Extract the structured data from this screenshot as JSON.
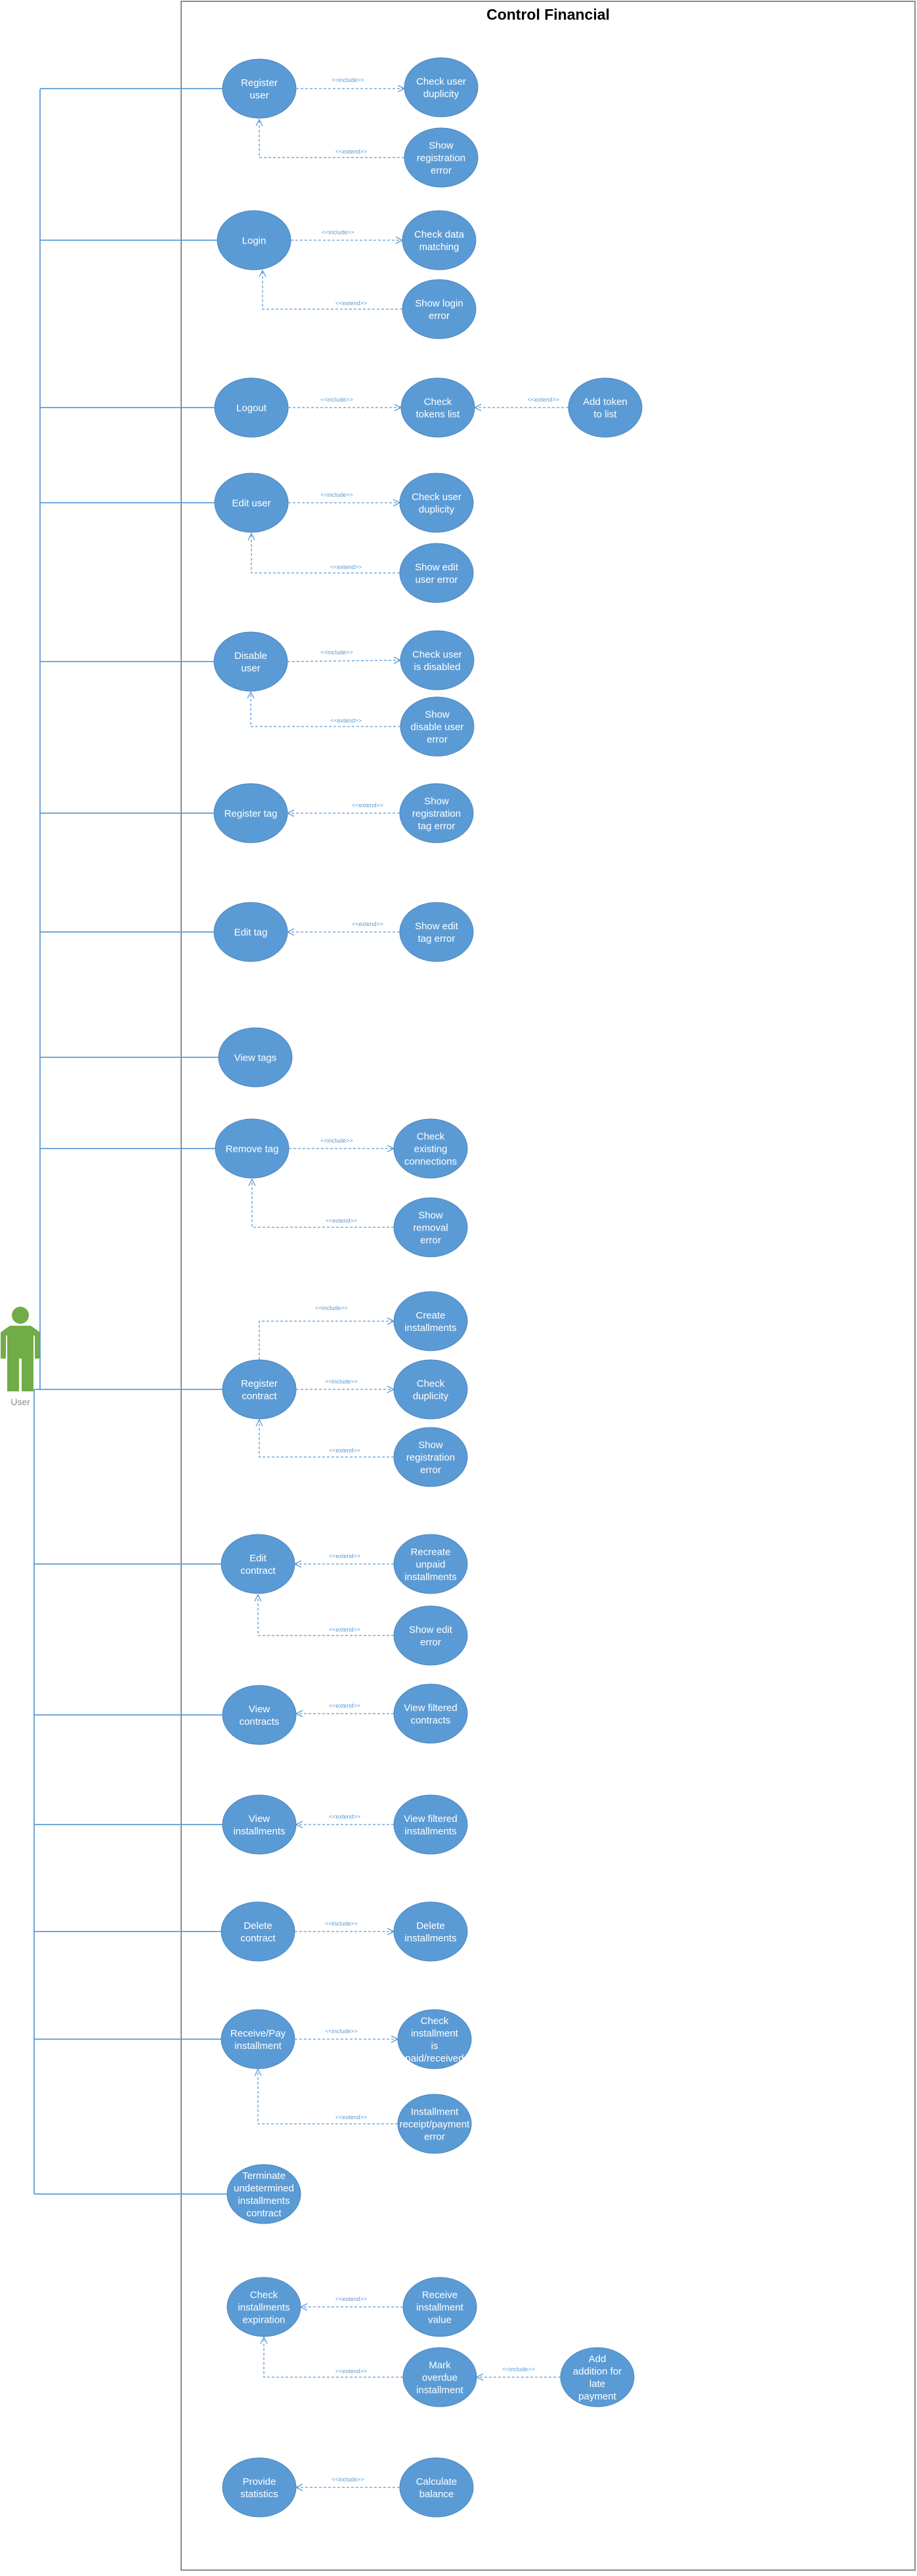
{
  "diagram": {
    "title": "Control Financial",
    "actor": {
      "name": "User"
    },
    "colors": {
      "usecase_fill": "#5b9bd5",
      "usecase_text": "#ffffff",
      "line": "#5b9bd5",
      "actor_fill": "#70ad47",
      "border": "#8c8c8c",
      "title": "#000000",
      "actor_label": "#8c8c8c"
    },
    "relation_labels": {
      "include": "<<include>>",
      "extend": "<<extend>>"
    },
    "use_cases": {
      "register_user": "Register user",
      "check_user_duplicity": "Check user duplicity",
      "show_registration_error": "Show registration error",
      "login": "Login",
      "check_data_matching": "Check data matching",
      "show_login_error": "Show login error",
      "logout": "Logout",
      "check_tokens_list": "Check tokens list",
      "add_token_to_list": "Add token to list",
      "edit_user": "Edit user",
      "check_user_duplicity_2": "Check user duplicity",
      "show_edit_user_error": "Show edit user error",
      "disable_user": "Disable user",
      "check_user_is_disabled": "Check user is disabled",
      "show_disable_user_error": "Show disable user error",
      "register_tag": "Register tag",
      "show_registration_tag_error": "Show registration tag error",
      "edit_tag": "Edit tag",
      "show_edit_tag_error": "Show edit tag error",
      "view_tags": "View tags",
      "remove_tag": "Remove tag",
      "check_existing_connections": "Check existing connections",
      "show_removal_error": "Show removal error",
      "register_contract": "Register contract",
      "create_installments": "Create installments",
      "check_duplicity": "Check duplicity",
      "show_registration_error_2": "Show registration error",
      "edit_contract": "Edit contract",
      "recreate_unpaid_installments": "Recreate unpaid installments",
      "show_edit_error": "Show edit error",
      "view_contracts": "View contracts",
      "view_filtered_contracts": "View filtered contracts",
      "view_installments": "View installments",
      "view_filtered_installments": "View filtered installments",
      "delete_contract": "Delete contract",
      "delete_installments": "Delete installments",
      "receive_pay_installment": "Receive/Pay installment",
      "check_installment_paid": "Check installment is paid/received",
      "installment_receipt_error": "Installment receipt/payment error",
      "terminate_contract": "Terminate undetermined installments contract",
      "check_installments_expiration": "Check installments expiration",
      "receive_installment_value": "Receive installment value",
      "mark_overdue_installment": "Mark overdue installment",
      "add_addition_late_payment": "Add addition for late payment",
      "provide_statistics": "Provide statistics",
      "calculate_balance": "Calculate balance"
    }
  }
}
